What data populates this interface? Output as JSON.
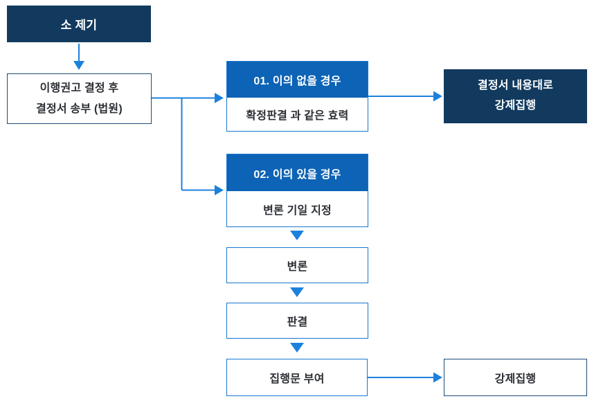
{
  "diagram": {
    "type": "flowchart",
    "colors": {
      "dark_navy_fill": "#113a5e",
      "header_blue_fill": "#0d63b5",
      "box_border_blue": "#1777d2",
      "box_border_navy": "#1a4a75",
      "arrow_blue": "#1c81dc",
      "text_dark": "#2b2e33",
      "text_white": "#ffffff",
      "background": "#ffffff"
    },
    "nodes": {
      "lawsuit": {
        "label": "소 제기"
      },
      "recommendation": {
        "line1": "이행권고 결정 후",
        "line2": "결정서 송부 (법원)"
      },
      "branch01": {
        "header": "01. 이의 없을 경우",
        "body": "확정판결 과 같은 효력"
      },
      "enforce_decision": {
        "line1": "결정서 내용대로",
        "line2": "강제집행"
      },
      "branch02": {
        "header": "02. 이의 있을 경우",
        "body": "변론 기일 지정"
      },
      "pleading": {
        "label": "변론"
      },
      "judgment": {
        "label": "판결"
      },
      "writ": {
        "label": "집행문 부여"
      },
      "enforcement": {
        "label": "강제집행"
      }
    },
    "edges": [
      "lawsuit -> recommendation",
      "recommendation -> branch01",
      "recommendation -> branch02",
      "branch01 -> enforce_decision",
      "branch02 -> pleading",
      "pleading -> judgment",
      "judgment -> writ",
      "writ -> enforcement"
    ]
  }
}
